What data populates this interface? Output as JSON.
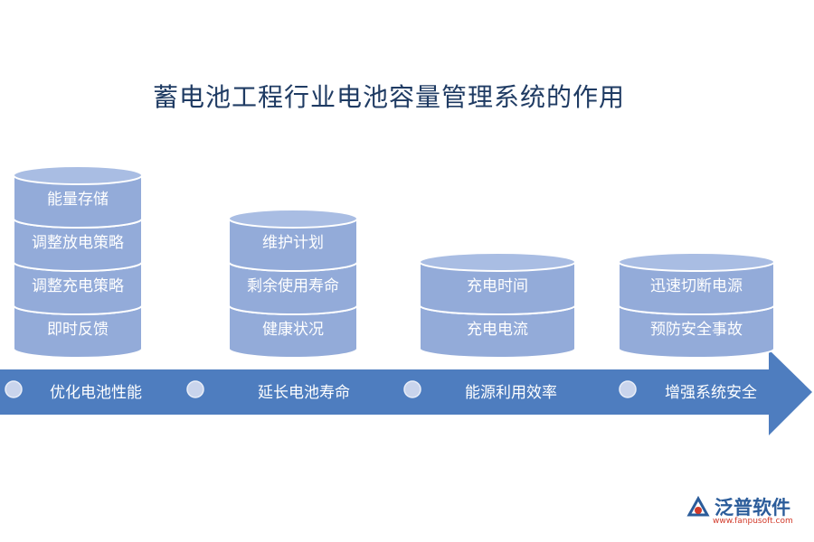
{
  "title": "蓄电池工程行业电池容量管理系统的作用",
  "colors": {
    "cylinder_body": "#93abd9",
    "cylinder_top": "#a9bde3",
    "cylinder_edge": "#ffffff",
    "arrow": "#4e7dbf",
    "dot": "#c9d4ec",
    "title": "#1f3b63"
  },
  "groups": [
    {
      "arrow_label": "优化电池性能",
      "segments": [
        "能量存储",
        "调整放电策略",
        "调整充电策略",
        "即时反馈"
      ]
    },
    {
      "arrow_label": "延长电池寿命",
      "segments": [
        "维护计划",
        "剩余使用寿命",
        "健康状况"
      ]
    },
    {
      "arrow_label": "能源利用效率",
      "segments": [
        "充电时间",
        "充电电流"
      ]
    },
    {
      "arrow_label": "增强系统安全",
      "segments": [
        "迅速切断电源",
        "预防安全事故"
      ]
    }
  ],
  "logo": {
    "name": "泛普软件",
    "url": "www.fanpusoft.com",
    "icon": "fanpu-logo-icon"
  }
}
